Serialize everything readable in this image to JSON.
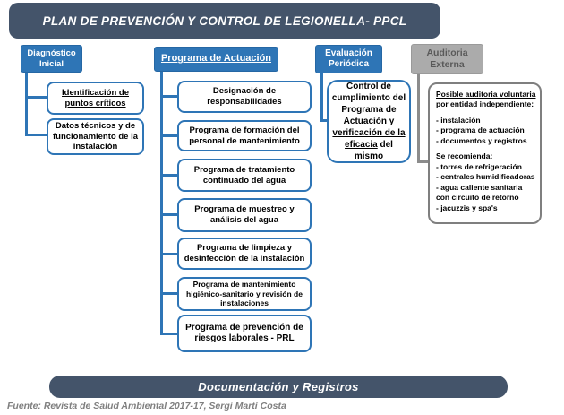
{
  "title": "PLAN DE PREVENCIÓN Y CONTROL DE LEGIONELLA- PPCL",
  "bottom_bar": "Documentación y Registros",
  "source": "Fuente: Revista de Salud Ambiental 2017-17, Sergi Martí Costa",
  "colors": {
    "slate_bar": "#44546A",
    "blue_accent": "#2E75B6",
    "gray_fill": "#ABABAB",
    "gray_text": "#595959",
    "gray_border": "#7F7F7F",
    "source_text": "#7F7F7F"
  },
  "col_diagnostico": {
    "header_lines": [
      "Diagnóstico",
      "Inicial"
    ],
    "box1_lines": [
      [
        {
          "text": "Identificación de",
          "underline": true
        }
      ],
      [
        {
          "text": "puntos críticos",
          "underline": true
        }
      ]
    ],
    "box2_lines": [
      "Datos técnicos y de",
      "funcionamiento de la",
      "instalación"
    ]
  },
  "col_programa": {
    "header_lines": [
      [
        {
          "text": "Programa de Actuación",
          "underline": true
        }
      ]
    ],
    "children": [
      {
        "lines": [
          "Designación de",
          "responsabilidades"
        ]
      },
      {
        "lines": [
          "Programa de formación del",
          "personal de mantenimiento"
        ]
      },
      {
        "lines": [
          "Programa de tratamiento",
          "continuado del agua"
        ]
      },
      {
        "lines": [
          "Programa de muestreo y",
          "análisis del agua"
        ]
      },
      {
        "lines": [
          "Programa de limpieza y",
          "desinfección de la instalación"
        ]
      },
      {
        "lines": [
          "Programa de mantenimiento",
          "higiénico-sanitario y revisión de",
          "instalaciones"
        ]
      },
      {
        "lines": [
          "Programa de prevención de",
          "riesgos laborales - PRL"
        ]
      }
    ]
  },
  "col_evaluacion": {
    "header_lines": [
      "Evaluación",
      "Periódica"
    ],
    "box_lines": [
      "Control de",
      "cumplimiento del",
      "Programa de",
      "Actuación y",
      [
        {
          "text": "verificación de la",
          "underline": true
        }
      ],
      [
        {
          "text": "eficacia",
          "underline": true
        },
        {
          "text": " del mismo"
        }
      ]
    ]
  },
  "col_auditoria": {
    "header_lines": [
      "Auditoria",
      "Externa"
    ],
    "box_lines": [
      [
        {
          "text": "Posible auditoria voluntaria",
          "underline": true
        }
      ],
      "por entidad independiente:",
      "",
      "- instalación",
      "- programa de actuación",
      "- documentos y registros",
      "",
      "Se recomienda:",
      "- torres de refrigeración",
      "- centrales humidificadoras",
      "- agua caliente sanitaria",
      "con circuito de retorno",
      "- jacuzzis y spa's"
    ]
  }
}
